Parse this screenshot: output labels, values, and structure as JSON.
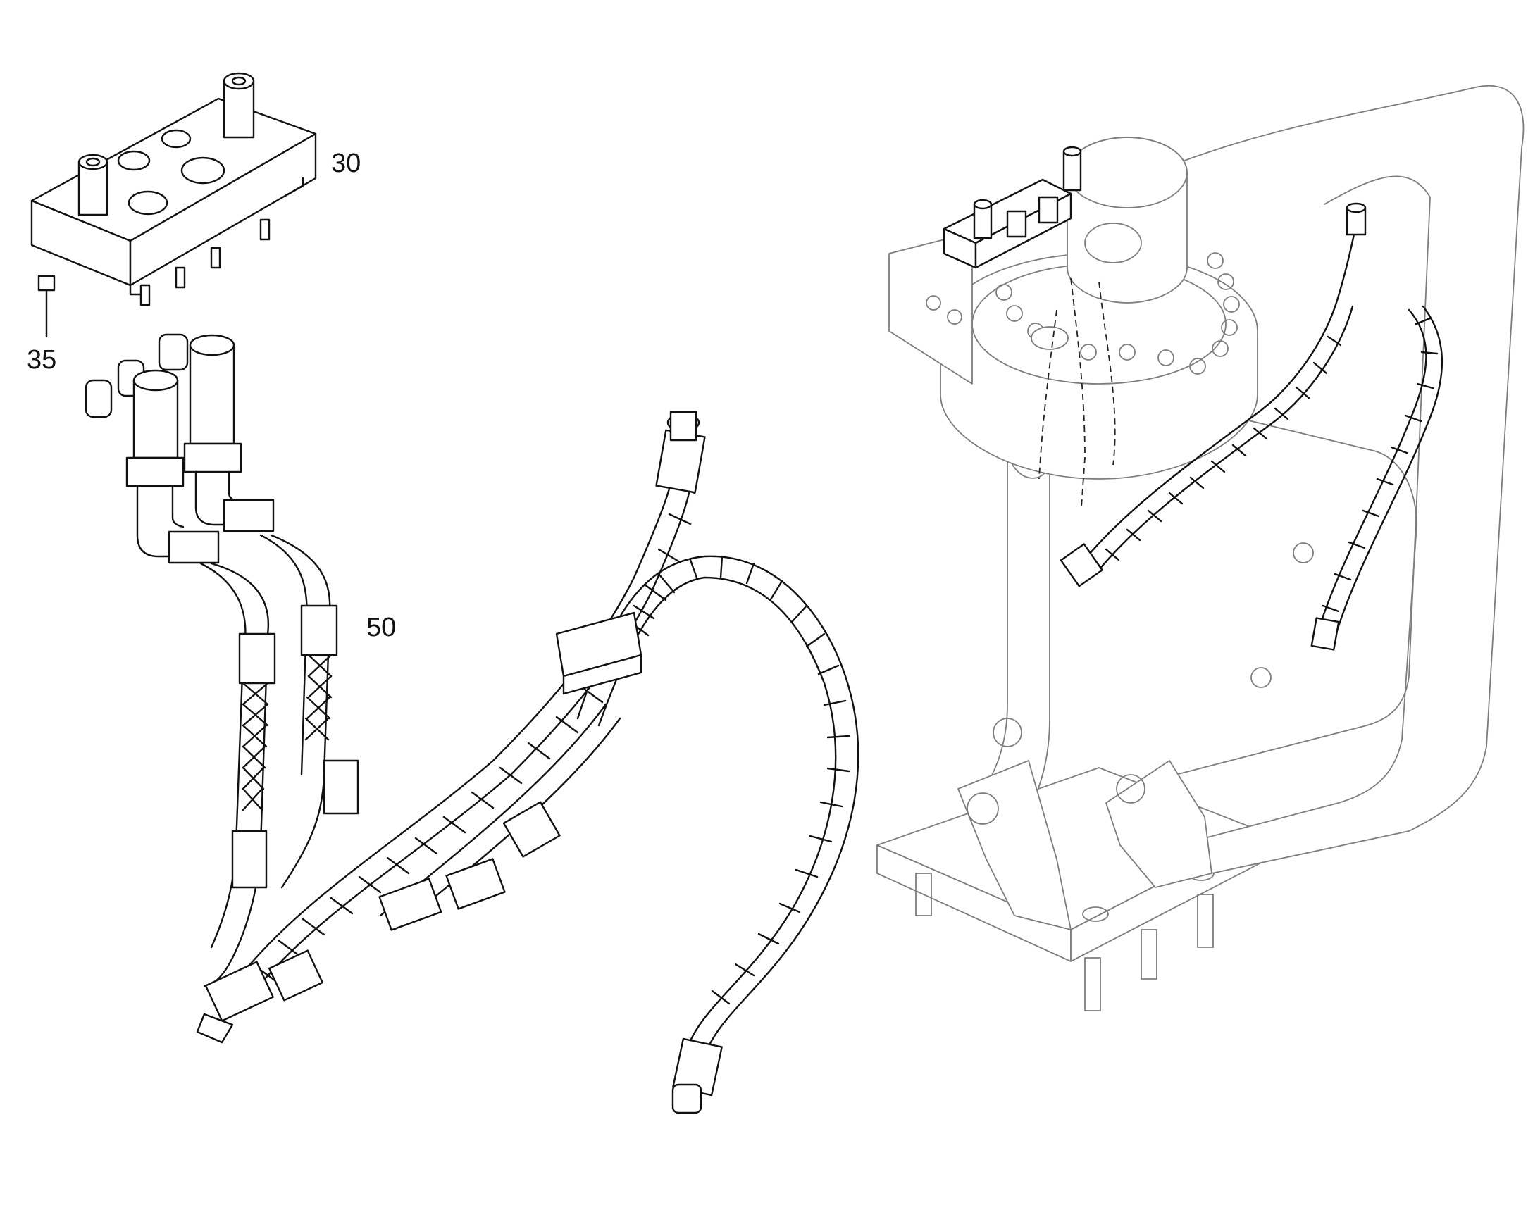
{
  "callouts": {
    "part_30": "30",
    "part_35": "35",
    "part_50": "50"
  },
  "colors": {
    "ink": "#111111",
    "ghost": "#7d7d7d",
    "background": "#ffffff"
  }
}
